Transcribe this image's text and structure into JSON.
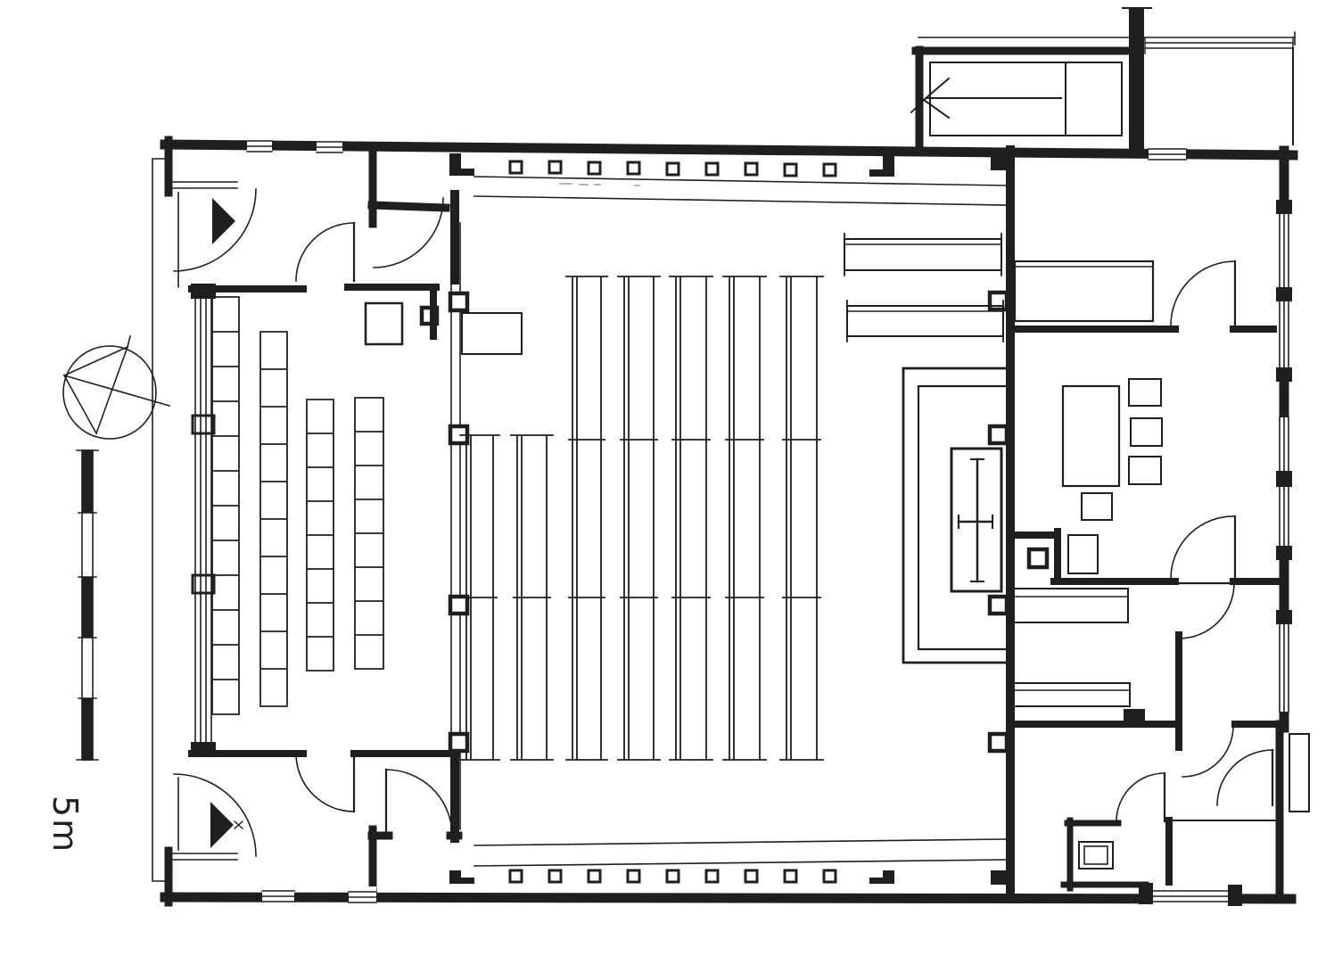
{
  "page": {
    "background": "#ffffff"
  },
  "colors": {
    "ink": "#1f1f1f",
    "paper": "#ffffff",
    "pencil": "#9a9a9a"
  },
  "drawing": {
    "kind": "hand-drawn architectural floor plan (church with nave, side chapel, vestibules and annex rooms)",
    "scale_label": "5m",
    "scale_bar_segments": 5,
    "north_symbol": "circle-with-inscribed-star",
    "entrance_symbol": "solid-black-triangle",
    "direction_symbol": "open-left-arrow",
    "colonnade_columns_per_side": 9,
    "long_pew_rows": 5,
    "short_pew_rows": 2,
    "side_chapel_seat_columns": 4
  }
}
